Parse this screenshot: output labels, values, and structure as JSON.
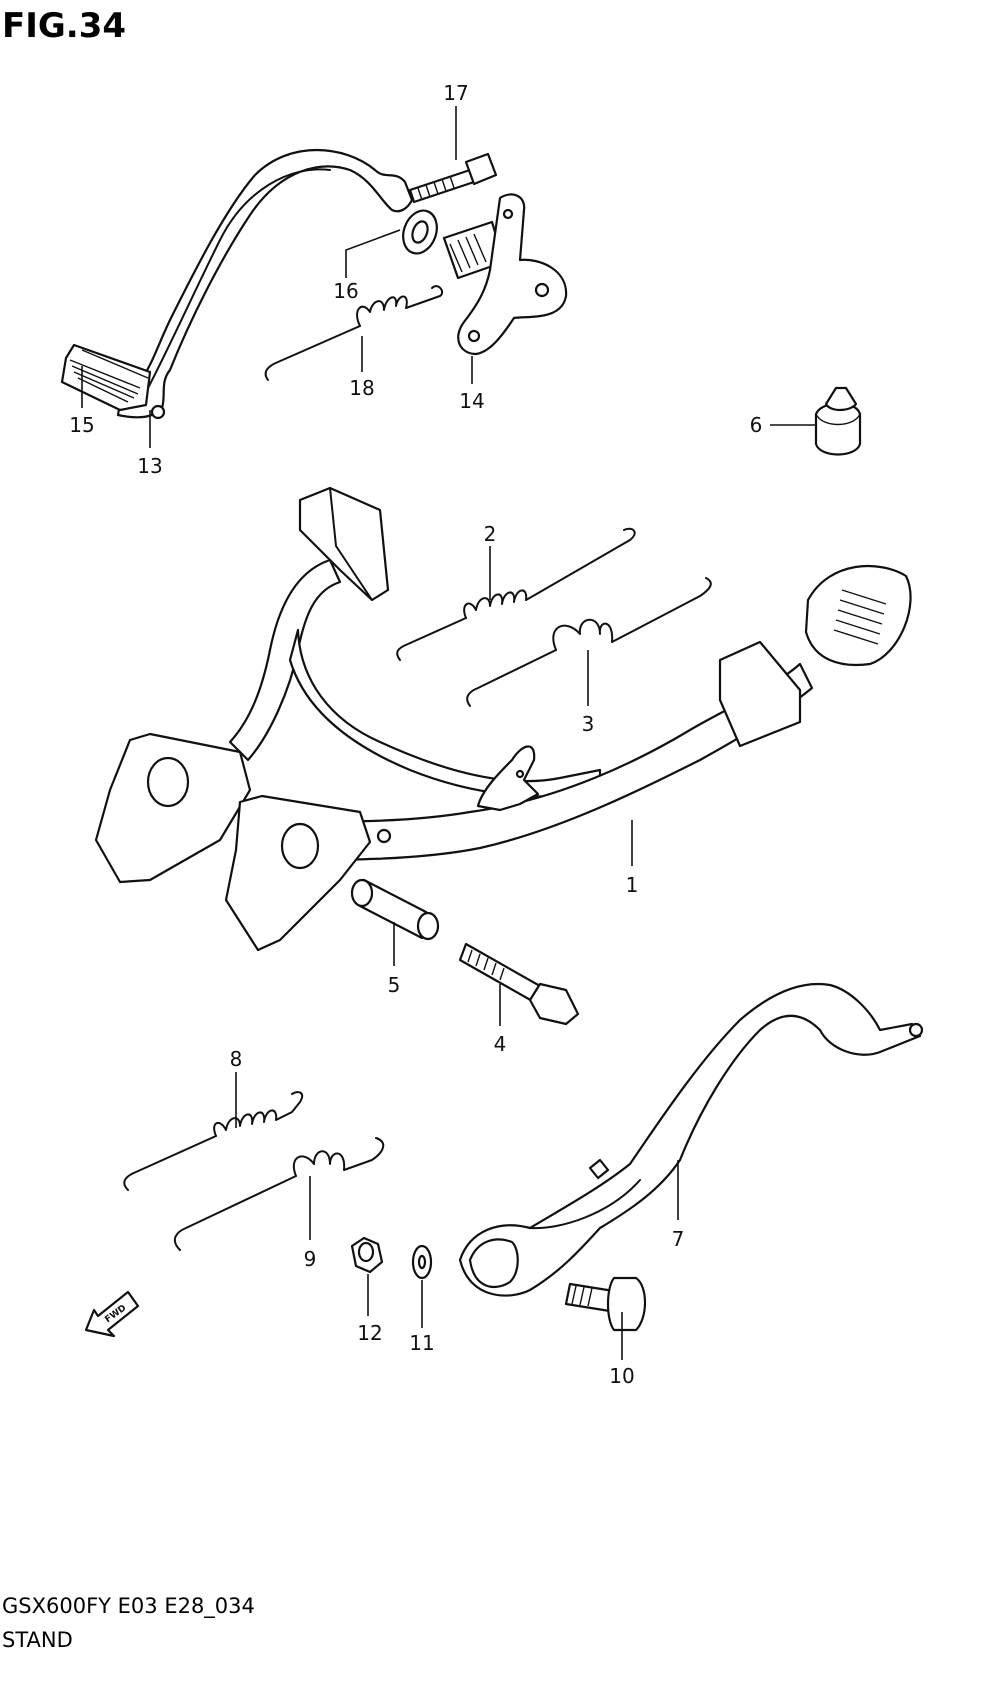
{
  "figure": {
    "title": "FIG.34"
  },
  "footer": {
    "model_code": "GSX600FY E03 E28_034",
    "section_name": "STAND"
  },
  "fwd_indicator": {
    "label": "FWD"
  },
  "callouts": [
    {
      "number": "1",
      "part": "center-stand"
    },
    {
      "number": "2",
      "part": "spring"
    },
    {
      "number": "3",
      "part": "spring"
    },
    {
      "number": "4",
      "part": "bolt"
    },
    {
      "number": "5",
      "part": "shaft"
    },
    {
      "number": "6",
      "part": "stopper"
    },
    {
      "number": "7",
      "part": "side-stand"
    },
    {
      "number": "8",
      "part": "spring"
    },
    {
      "number": "9",
      "part": "spring"
    },
    {
      "number": "10",
      "part": "bolt"
    },
    {
      "number": "11",
      "part": "washer"
    },
    {
      "number": "12",
      "part": "nut"
    },
    {
      "number": "13",
      "part": "footrest-lever"
    },
    {
      "number": "14",
      "part": "bracket"
    },
    {
      "number": "15",
      "part": "rubber"
    },
    {
      "number": "16",
      "part": "washer"
    },
    {
      "number": "17",
      "part": "bolt"
    },
    {
      "number": "18",
      "part": "spring"
    }
  ]
}
